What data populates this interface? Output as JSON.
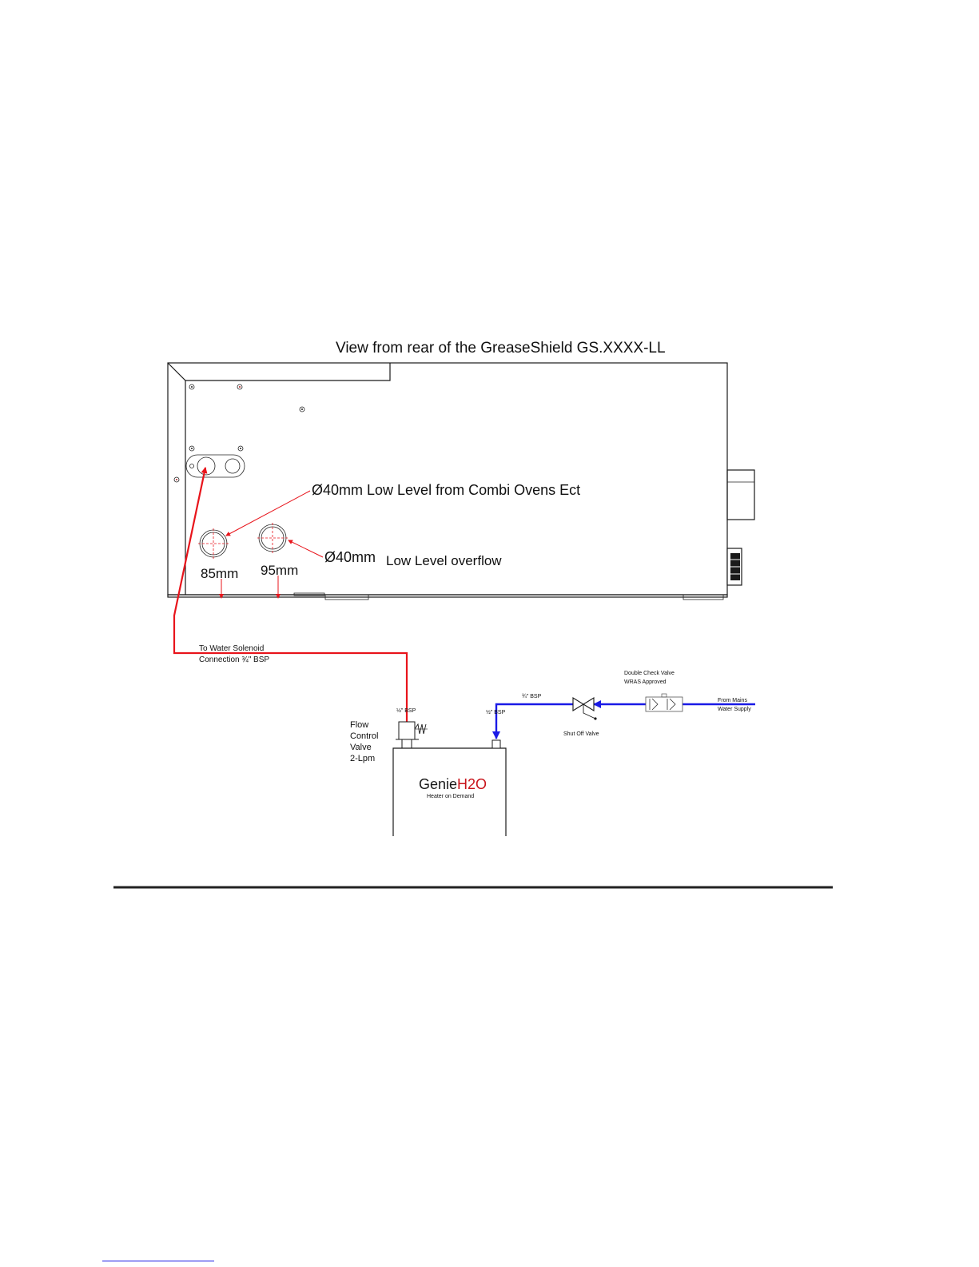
{
  "title": "View from rear of the GreaseShield GS.XXXX-LL",
  "labels": {
    "inlet_label": "Ø40mm  Low Level from Combi Ovens Ect",
    "overflow_size": "Ø40mm",
    "overflow_label": "Low Level overflow",
    "dim_85": "85mm",
    "dim_95": "95mm",
    "solenoid_line1": "To Water Solenoid",
    "solenoid_line2": "Connection ¾\" BSP",
    "flow_control": [
      "Flow",
      "Control",
      "Valve",
      "2-Lpm"
    ],
    "bsp_half_left": "½\" BSP",
    "bsp_half_right": "½\" BSP",
    "bsp_three_quarter": "¾\" BSP",
    "shut_off_valve": "Shut Off Valve",
    "double_check_line1": "Double Check Valve",
    "double_check_line2": "WRAS Approved",
    "mains_line1": "From Mains",
    "mains_line2": "Water Supply",
    "heater_brand_a": "Genie",
    "heater_brand_b": "H2O",
    "heater_sub": "Heater on Demand"
  },
  "colors": {
    "hot_line": "#e8141b",
    "cold_line": "#1a1ae6",
    "brand_red": "#c8141b",
    "outline": "#1a1a1a"
  }
}
